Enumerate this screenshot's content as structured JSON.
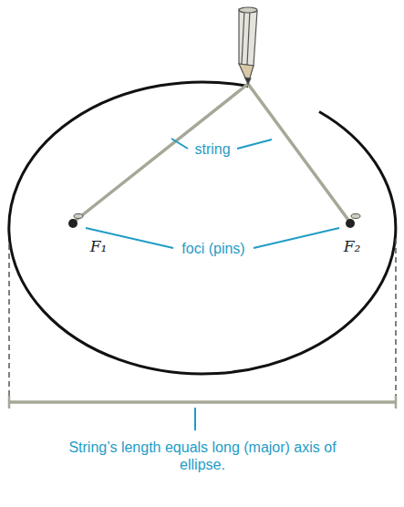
{
  "diagram": {
    "labels": [
      "string",
      "F₁",
      "foci (pins)",
      "F₂",
      "String’s length equals long (major) axis of ellipse."
    ]
  }
}
